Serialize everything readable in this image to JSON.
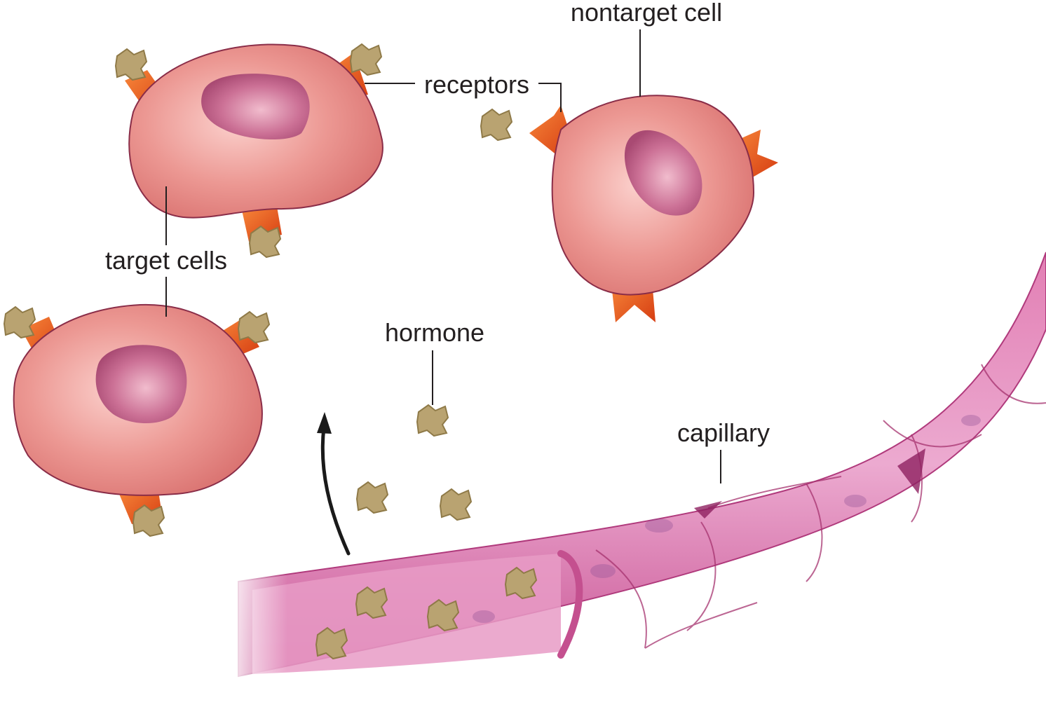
{
  "labels": {
    "nontarget_cell": "nontarget cell",
    "receptors": "receptors",
    "target_cells": "target cells",
    "hormone": "hormone",
    "capillary": "capillary"
  },
  "colors": {
    "cell_fill": "#e98a86",
    "cell_outline": "#8a2d48",
    "nucleus": "#b8577e",
    "receptor": "#ea5a1c",
    "hormone": "#b7a170",
    "capillary": "#d66aa4",
    "capillary_dark": "#a6336f",
    "arrow": "#1a1a1a",
    "text": "#231f20"
  },
  "icons": {
    "cell": "cell-icon",
    "receptor": "receptor-icon",
    "hormone": "hormone-molecule-icon",
    "arrow": "curved-arrow-icon"
  }
}
